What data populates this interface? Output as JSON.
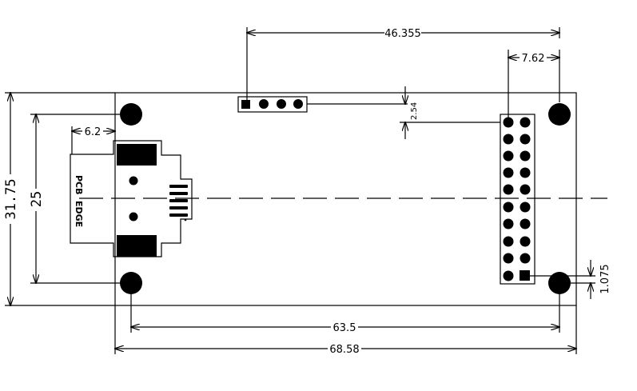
{
  "dimensions": {
    "top_header_spacing": "46.355",
    "header_pitch_width": "7.62",
    "pin_pitch": "2.54",
    "left_offset": "6.2",
    "overall_height": "31.75",
    "hole_spacing_vertical": "25",
    "hole_spacing_horizontal": "63.5",
    "overall_width": "68.58",
    "hole_offset": "1.075"
  },
  "labels": {
    "pcb_edge_1": "PCB",
    "pcb_edge_2": "EDGE"
  },
  "components": {
    "header_4pin_count": 4,
    "header_2x10_rows": 10,
    "header_2x10_cols": 2,
    "mounting_holes": 4
  }
}
